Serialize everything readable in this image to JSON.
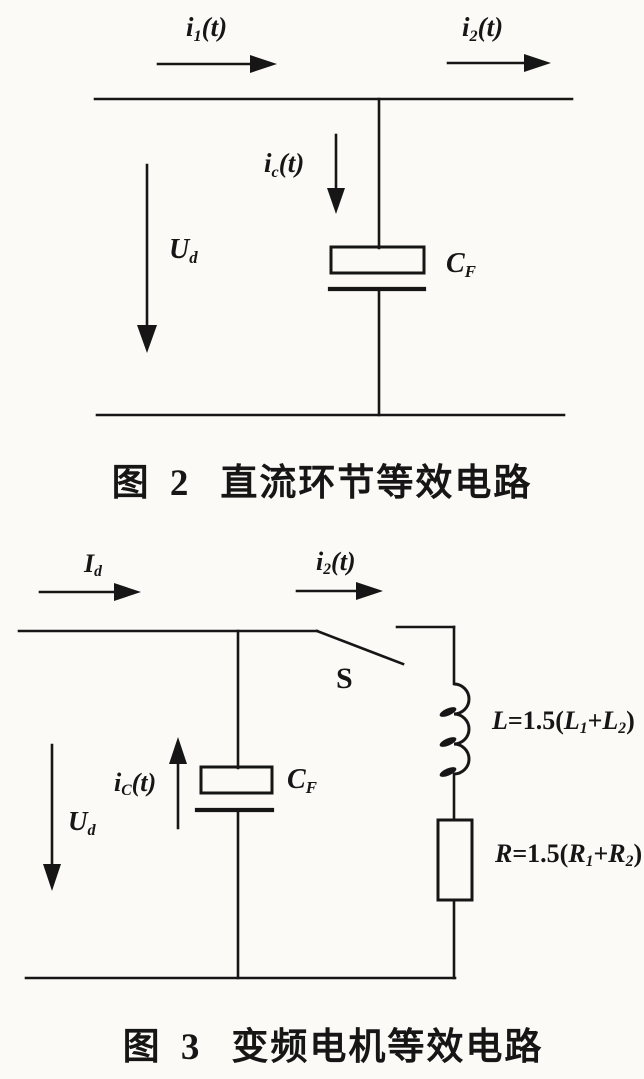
{
  "colors": {
    "ink": "#161616",
    "paper": "#fbfaf7"
  },
  "figure2": {
    "labels": {
      "i1": {
        "base": "i",
        "sub": "1",
        "rest": "(t)"
      },
      "i2": {
        "base": "i",
        "sub": "2",
        "rest": "(t)"
      },
      "ic": {
        "base": "i",
        "sub": "c",
        "rest": "(t)"
      },
      "ud": {
        "base": "U",
        "sub": "d"
      },
      "cf": {
        "base": "C",
        "sub": "F"
      }
    },
    "caption": {
      "number": "图 2",
      "title": "直流环节等效电路"
    }
  },
  "figure3": {
    "labels": {
      "id": {
        "base": "I",
        "sub": "d"
      },
      "i2": {
        "base": "i",
        "sub": "2",
        "rest": "(t)"
      },
      "switch": "S",
      "ic": {
        "base": "i",
        "sub": "C",
        "rest": "(t)"
      },
      "cf": {
        "base": "C",
        "sub": "F"
      },
      "ud": {
        "base": "U",
        "sub": "d"
      },
      "inductor_eq": {
        "p1": "L",
        "p2": "=1.5(",
        "p3": "L",
        "s1": "1",
        "p4": "+",
        "p5": "L",
        "s2": "2",
        "p6": ")"
      },
      "resistor_eq": {
        "p1": "R",
        "p2": "=1.5(",
        "p3": "R",
        "s1": "1",
        "p4": "+",
        "p5": "R",
        "s2": "2",
        "p6": ")"
      }
    },
    "caption": {
      "number": "图 3",
      "title": "变频电机等效电路"
    }
  }
}
